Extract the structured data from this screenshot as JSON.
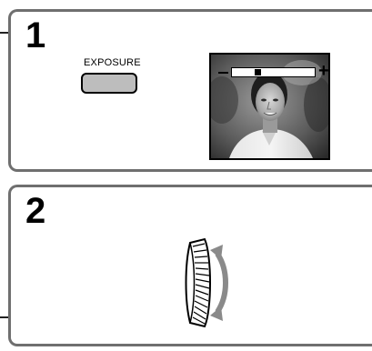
{
  "steps": [
    {
      "number": "1",
      "button_label": "EXPOSURE",
      "lcd": {
        "indicator_minus": "−",
        "indicator_plus": "+",
        "indicator_level": 0.3
      }
    },
    {
      "number": "2",
      "control": "exposure-dial-icon"
    }
  ],
  "colors": {
    "panel_border": "#6f6f6f",
    "button_fill": "#bdbdbd",
    "ink": "#000000"
  }
}
